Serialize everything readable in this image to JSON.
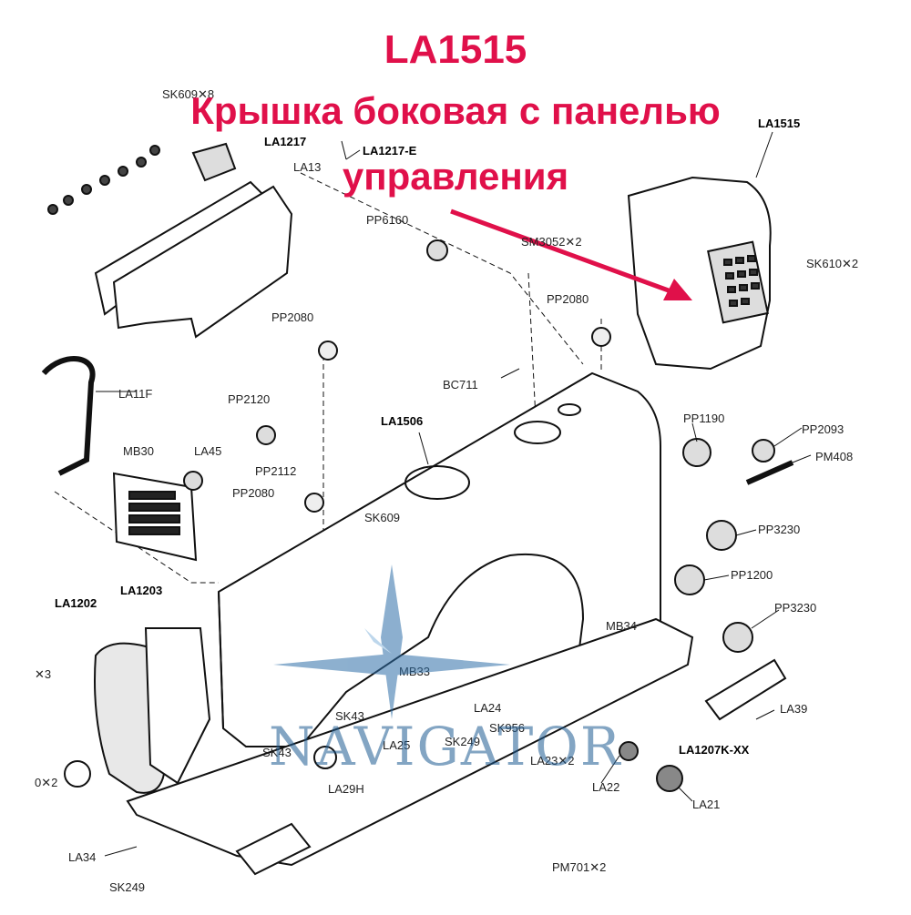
{
  "title": {
    "code": "LA1515",
    "line1": "Крышка боковая с панелью",
    "line2": "управления"
  },
  "watermark": "NAVIGATOR",
  "colors": {
    "title": "#e0104a",
    "arrow": "#e0104a",
    "watermark": "#1f5c93"
  },
  "parts": {
    "sk609x8": "SK609✕8",
    "la1217": "LA1217",
    "la1217e": "LA1217-E",
    "la13": "LA13",
    "la1515": "LA1515",
    "pp6160": "PP6160",
    "sm3052x2": "SM3052✕2",
    "sk610x2": "SK610✕2",
    "pp2080a": "PP2080",
    "pp2080b": "PP2080",
    "pp2080c": "PP2080",
    "la11f": "LA11F",
    "bc711": "BC711",
    "pp2120": "PP2120",
    "la1506": "LA1506",
    "pp1190": "PP1190",
    "pp2093": "PP2093",
    "pm408": "PM408",
    "mb30": "MB30",
    "la45": "LA45",
    "pp2112": "PP2112",
    "sk609": "SK609",
    "pp3230a": "PP3230",
    "pp1200": "PP1200",
    "pp3230b": "PP3230",
    "la1202": "LA1202",
    "la1203": "LA1203",
    "mb34": "MB34",
    "mb33": "MB33",
    "x3": "✕3",
    "la24": "LA24",
    "sk956": "SK956",
    "la39": "LA39",
    "sk43a": "SK43",
    "la25": "LA25",
    "sk249a": "SK249",
    "la23x2": "LA23✕2",
    "la1207k": "LA1207K-XX",
    "sk43b": "SK43",
    "la29h": "LA29H",
    "la22": "LA22",
    "la21": "LA21",
    "x2": "0✕2",
    "la34": "LA34",
    "sk249b": "SK249",
    "pm701x2": "PM701✕2"
  }
}
